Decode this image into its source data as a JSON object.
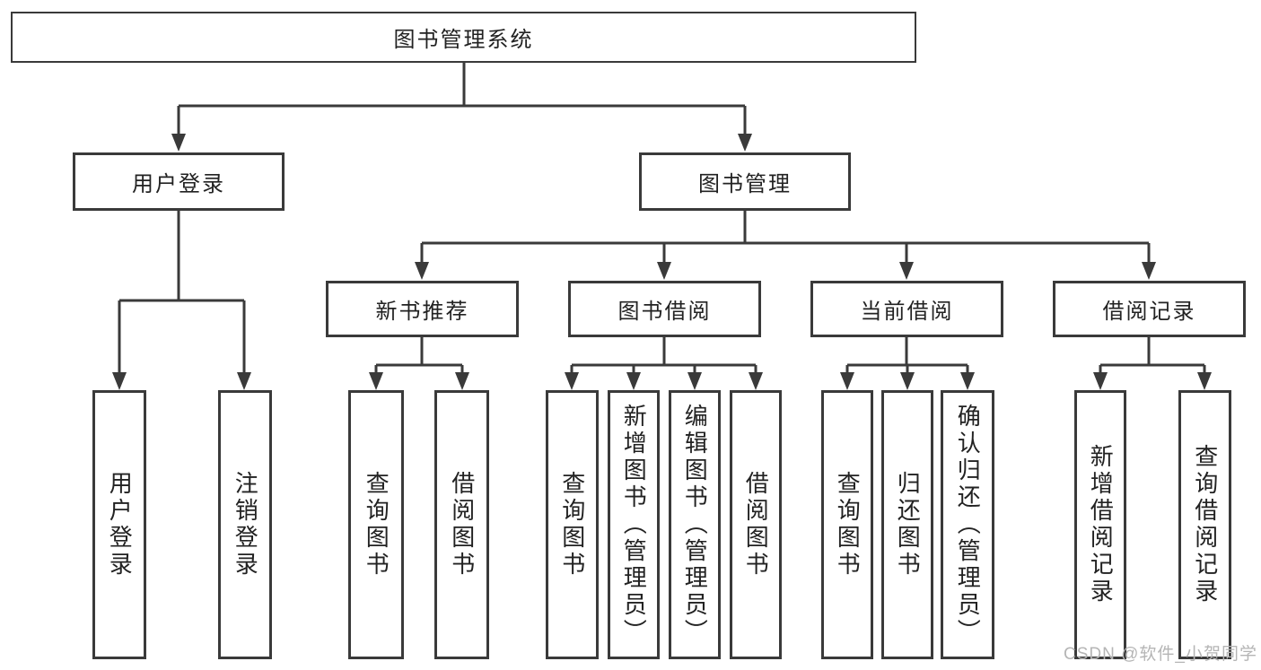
{
  "tree": {
    "root": {
      "label": "图书管理系统"
    },
    "branches": [
      {
        "label": "用户登录",
        "children": [
          {
            "label": "用户登录"
          },
          {
            "label": "注销登录"
          }
        ]
      },
      {
        "label": "图书管理",
        "children": [
          {
            "label": "新书推荐",
            "children": [
              {
                "label": "查询图书"
              },
              {
                "label": "借阅图书"
              }
            ]
          },
          {
            "label": "图书借阅",
            "children": [
              {
                "label": "查询图书"
              },
              {
                "label": "新增图书（管理员）"
              },
              {
                "label": "编辑图书（管理员）"
              },
              {
                "label": "借阅图书"
              }
            ]
          },
          {
            "label": "当前借阅",
            "children": [
              {
                "label": "查询图书"
              },
              {
                "label": "归还图书"
              },
              {
                "label": "确认归还（管理员）"
              }
            ]
          },
          {
            "label": "借阅记录",
            "children": [
              {
                "label": "新增借阅记录"
              },
              {
                "label": "查询借阅记录"
              }
            ]
          }
        ]
      }
    ]
  },
  "watermark": {
    "text": "CSDN @软件_小贺同学"
  },
  "colors": {
    "line": "#3a3a3a",
    "text": "#222222",
    "watermark": "#b5b5b5",
    "background": "#ffffff"
  }
}
